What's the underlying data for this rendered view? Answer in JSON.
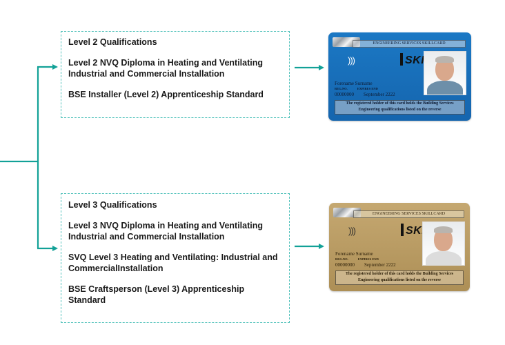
{
  "level2": {
    "heading": "Level 2 Qualifications",
    "items": [
      "Level 2 NVQ Diploma in Heating and Ventilating Industrial and Commercial Installation",
      "BSE Installer (Level 2) Apprenticeship Standard"
    ]
  },
  "level3": {
    "heading": "Level 3 Qualifications",
    "items": [
      "Level 3 NVQ Diploma in Heating and Ventilating Industrial  and Commercial Installation",
      "SVQ Level 3 Heating and Ventilating: Industrial and CommercialInstallation",
      "BSE Craftsperson (Level 3) Apprenticeship Standard"
    ]
  },
  "cards": {
    "blue": {
      "header": "ENGINEERING SERVICES SKILLCARD",
      "logo": "SKILL",
      "name": "Forename Surname",
      "reg_label": "REG.NO.",
      "expires_label": "EXPIRES END",
      "reg_no": "00000000",
      "expires": "September 2222",
      "footer": "The registered holder of this card holds the Building Services Engineering qualifications listed on the reverse",
      "color": "#1a72bd"
    },
    "gold": {
      "header": "ENGINEERING SERVICES SKILLCARD",
      "logo": "SKILL",
      "name": "Forename Surname",
      "reg_label": "REG.NO.",
      "expires_label": "EXPIRES END",
      "reg_no": "00000000",
      "expires": "September 2222",
      "footer": "The registered holder of this card holds the Building Services Engineering qualifications listed on the reverse",
      "color": "#b99b62"
    }
  },
  "colors": {
    "connector": "#12a197",
    "dash": "#52c2bb"
  },
  "icons": {
    "contactless": "contactless-icon"
  }
}
